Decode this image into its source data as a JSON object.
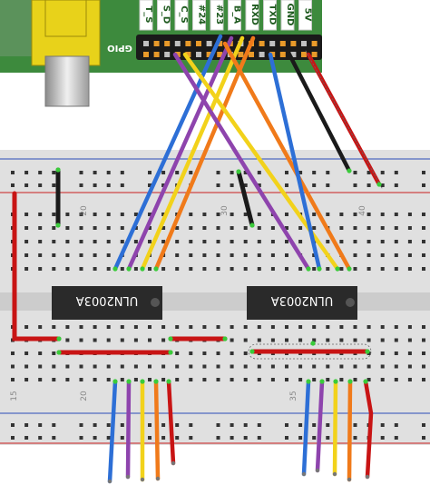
{
  "gpio": {
    "header_label": "GPIO",
    "pin_labels": [
      "T_S",
      "S_D",
      "C_S",
      "#24",
      "#23",
      "B_A",
      "RXD",
      "TXD",
      "GND",
      "5V"
    ]
  },
  "breadboard": {
    "column_numbers_top": [
      "20",
      "30",
      "40"
    ],
    "column_numbers_bottom": [
      "15",
      "20",
      "35"
    ]
  },
  "chips": [
    {
      "label": "ULN2003A"
    },
    {
      "label": "ULN2003A"
    }
  ],
  "colors": {
    "pi_board": "#3d8a3d",
    "yellow_connector": "#e8d21a",
    "breadboard": "#e0e0e0",
    "rail_red": "#c81e1e",
    "rail_blue": "#2a4bb8",
    "chip": "#2a2a2a",
    "wire_blue": "#2d6fd6",
    "wire_purple": "#8e44ad",
    "wire_yellow": "#f2d21b",
    "wire_orange": "#f07a1a",
    "wire_red": "#c81414",
    "wire_black": "#1a1a1a"
  }
}
